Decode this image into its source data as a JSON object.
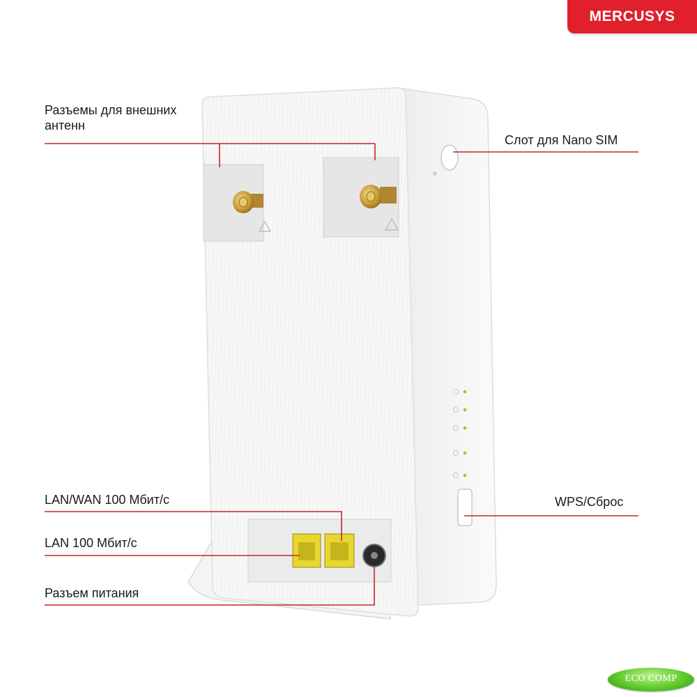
{
  "brand": {
    "logo_text": "MERCUSYS",
    "logo_color": "#e0202d"
  },
  "callouts": {
    "external_antenna_connectors": "Разъемы для внешних\nантенн",
    "nano_sim_slot": "Слот для Nano SIM",
    "lan_wan_port": "LAN/WAN 100 Мбит/с",
    "lan_port": "LAN 100 Мбит/с",
    "power_connector": "Разъем питания",
    "wps_reset_button": "WPS/Сброс"
  },
  "line_color": "#c0272d",
  "watermark": {
    "text": "ECO COMP"
  }
}
